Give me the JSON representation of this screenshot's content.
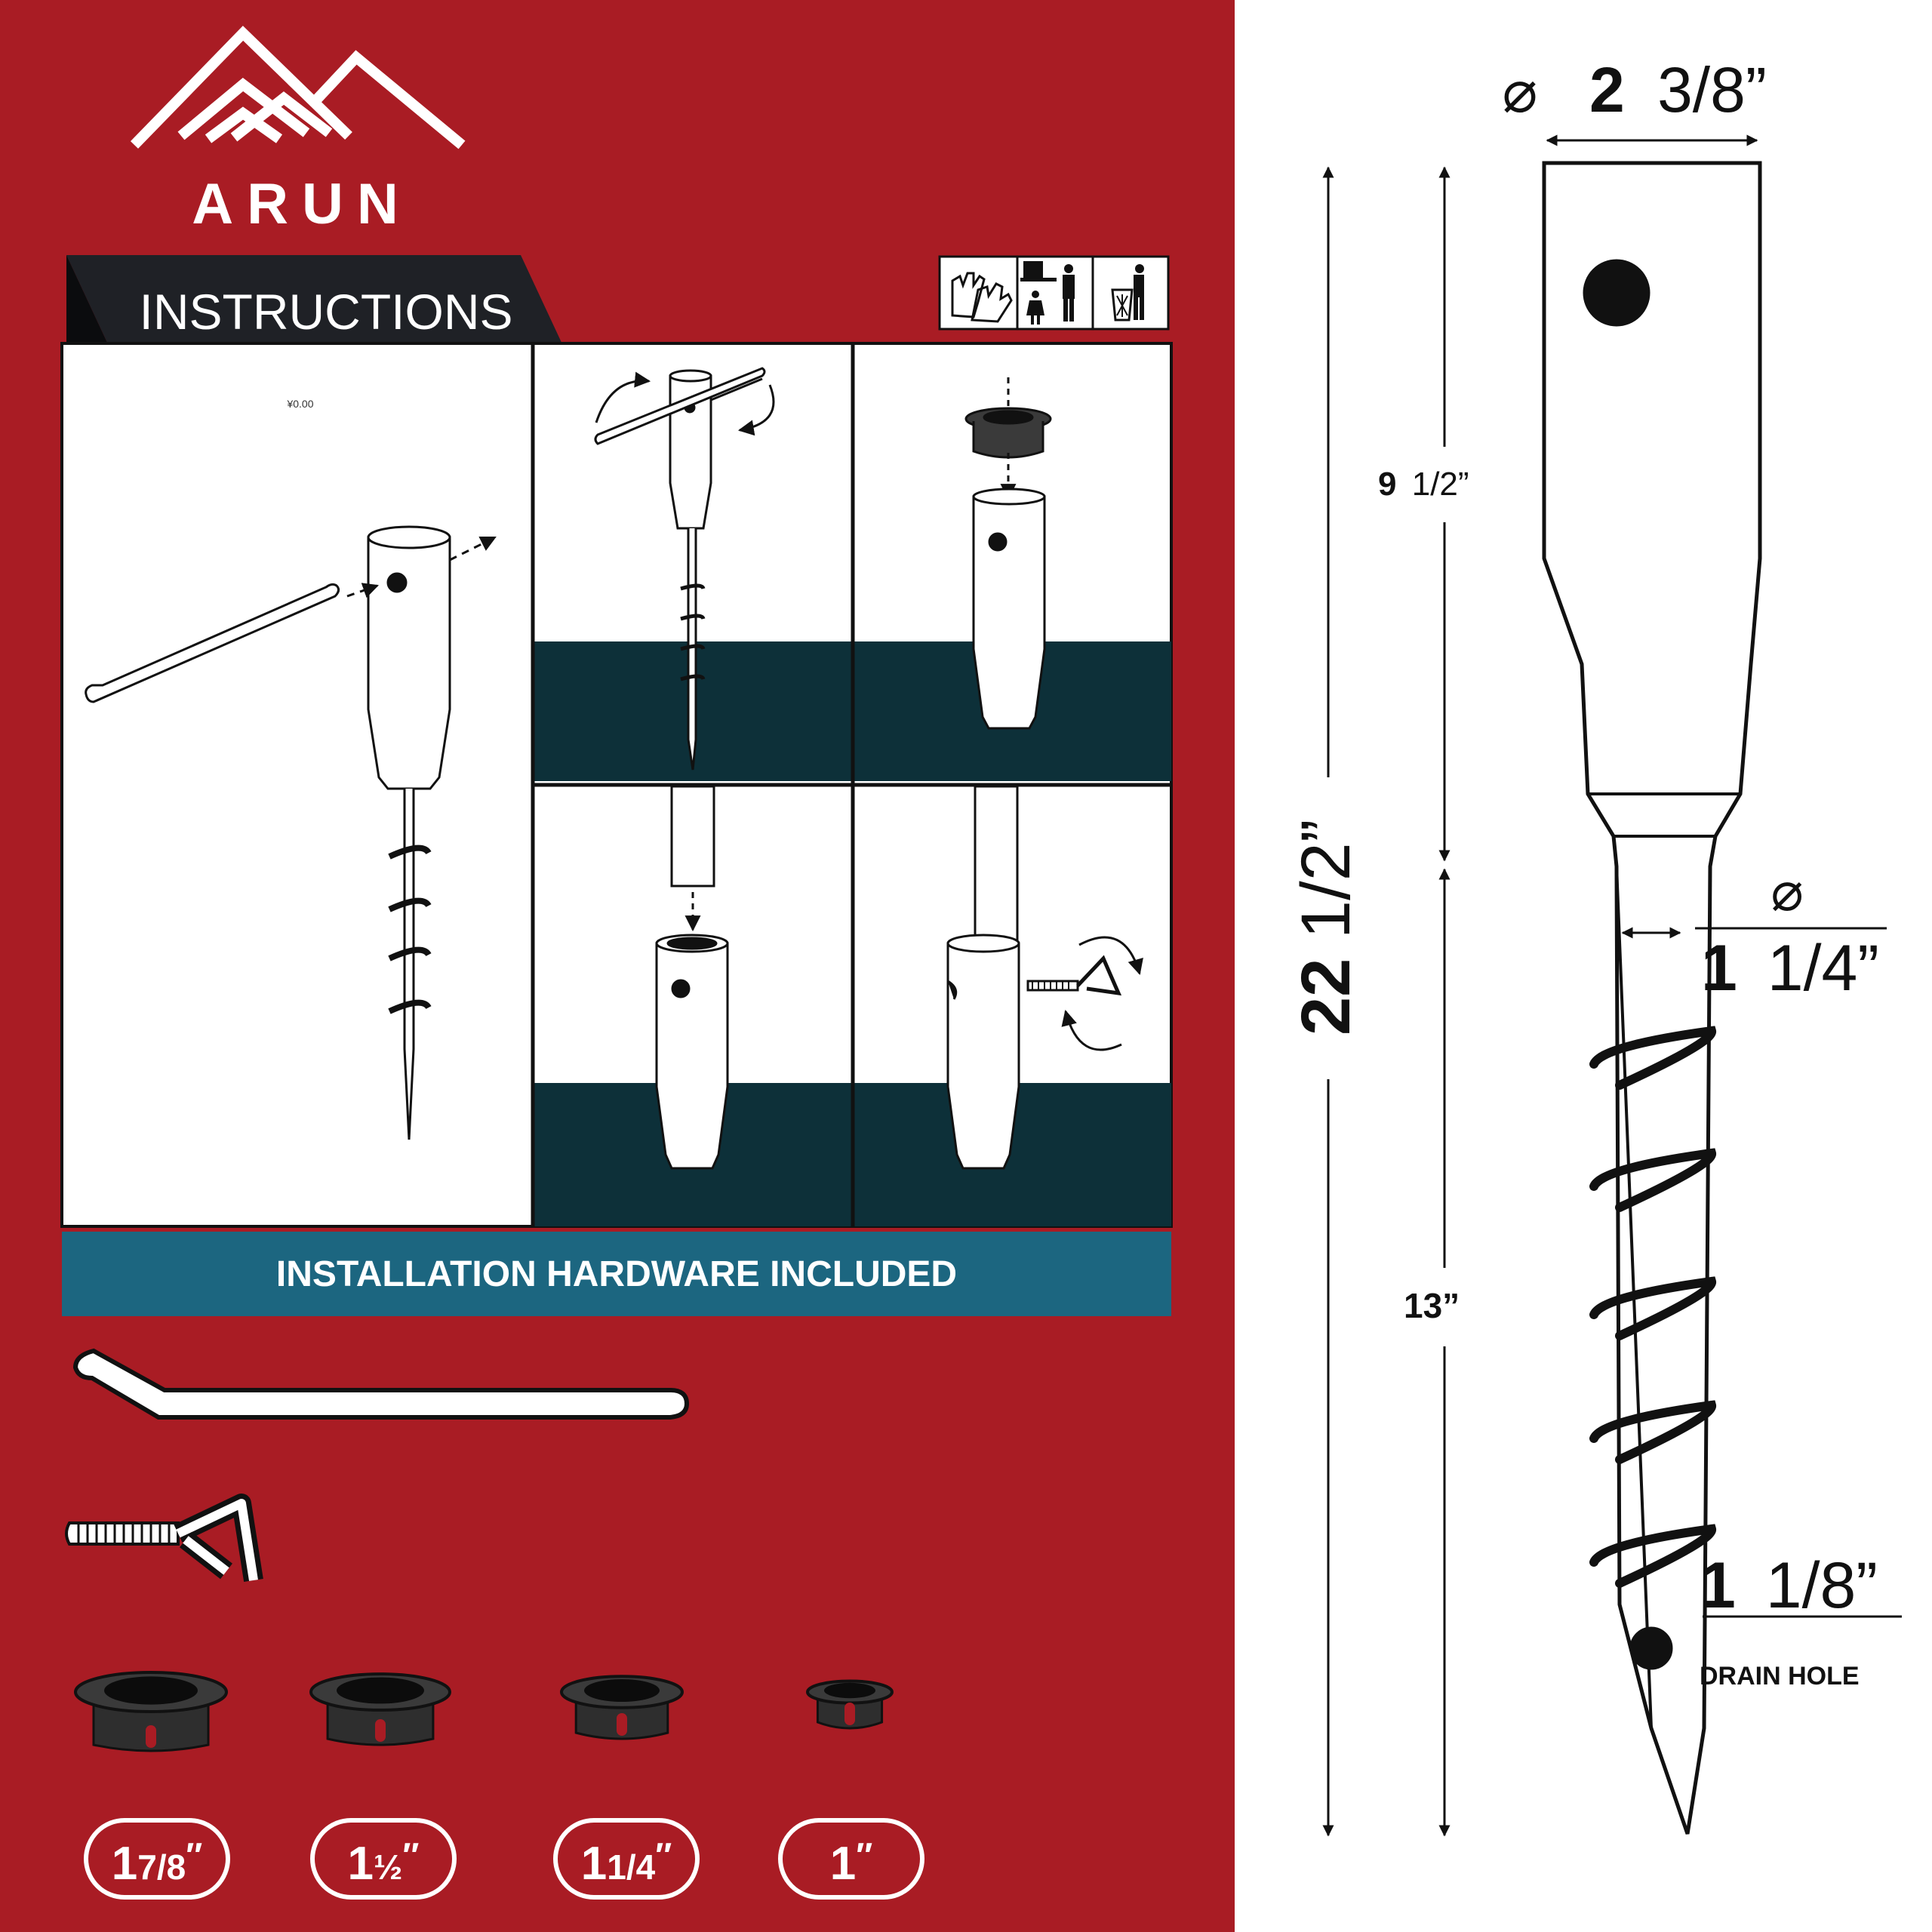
{
  "brand": {
    "name": "ARUN"
  },
  "instructions": {
    "title": "INSTRUCTIONS",
    "price_tag": "¥0.00"
  },
  "hardware_banner": "INSTALLATION HARDWARE INCLUDED",
  "adapter_sizes": [
    {
      "big": "1",
      "frac": "7/8",
      "mark": "″"
    },
    {
      "big": "1",
      "frac": "½",
      "mark": "″"
    },
    {
      "big": "1",
      "frac": "1/4",
      "mark": "″"
    },
    {
      "big": "1",
      "frac": "",
      "mark": "″"
    }
  ],
  "dimensions": {
    "diameter_symbol": "⌀",
    "top_diameter": {
      "big": "2",
      "frac": "3/8”"
    },
    "total_length": {
      "big": "22",
      "frac": "1/2”"
    },
    "upper_length": {
      "big": "9",
      "frac": "1/2”"
    },
    "lower_length": {
      "text": "13”"
    },
    "shaft_diameter": {
      "big": "1",
      "frac": "1/4”"
    },
    "drain_hole": {
      "big": "1",
      "frac": "1/8”",
      "label": "DRAIN HOLE"
    }
  },
  "colors": {
    "red": "#a91c24",
    "dark_teal": "#0d3039",
    "teal": "#1c6680",
    "black": "#111111",
    "ribbon": "#1f2126"
  },
  "icons": [
    "mountain-logo-icon",
    "gloves-icon",
    "keep-away-from-children-icon",
    "dispose-in-bin-icon"
  ]
}
